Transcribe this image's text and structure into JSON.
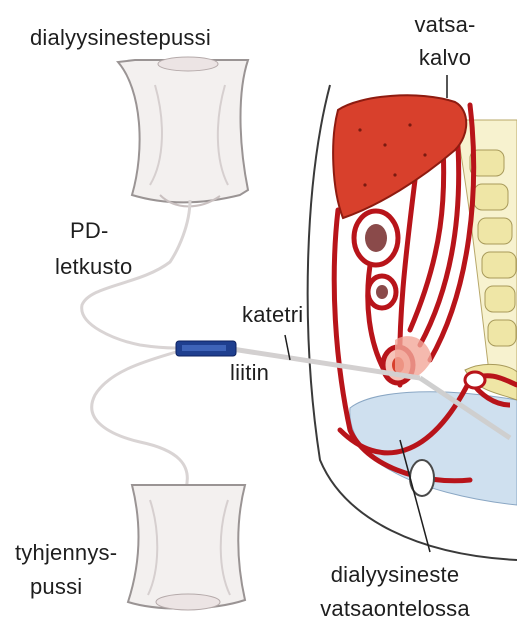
{
  "labels": {
    "fluid_bag": "dialyysinestepussi",
    "peritoneum_line1": "vatsa-",
    "peritoneum_line2": "kalvo",
    "pd_tubing_line1": "PD-",
    "pd_tubing_line2": "letkusto",
    "catheter": "katetri",
    "connector": "liitin",
    "drain_bag_line1": "tyhjennys-",
    "drain_bag_line2": "pussi",
    "fluid_in_cavity_line1": "dialyysineste",
    "fluid_in_cavity_line2": "vatsaontelossa"
  },
  "colors": {
    "organ_red": "#d8402c",
    "outline_red": "#b8141a",
    "spine_yellow": "#efe6a6",
    "fluid_blue": "#cfe0ef",
    "connector_blue": "#1f3f8f",
    "bag_grey": "#f3f0ef"
  }
}
